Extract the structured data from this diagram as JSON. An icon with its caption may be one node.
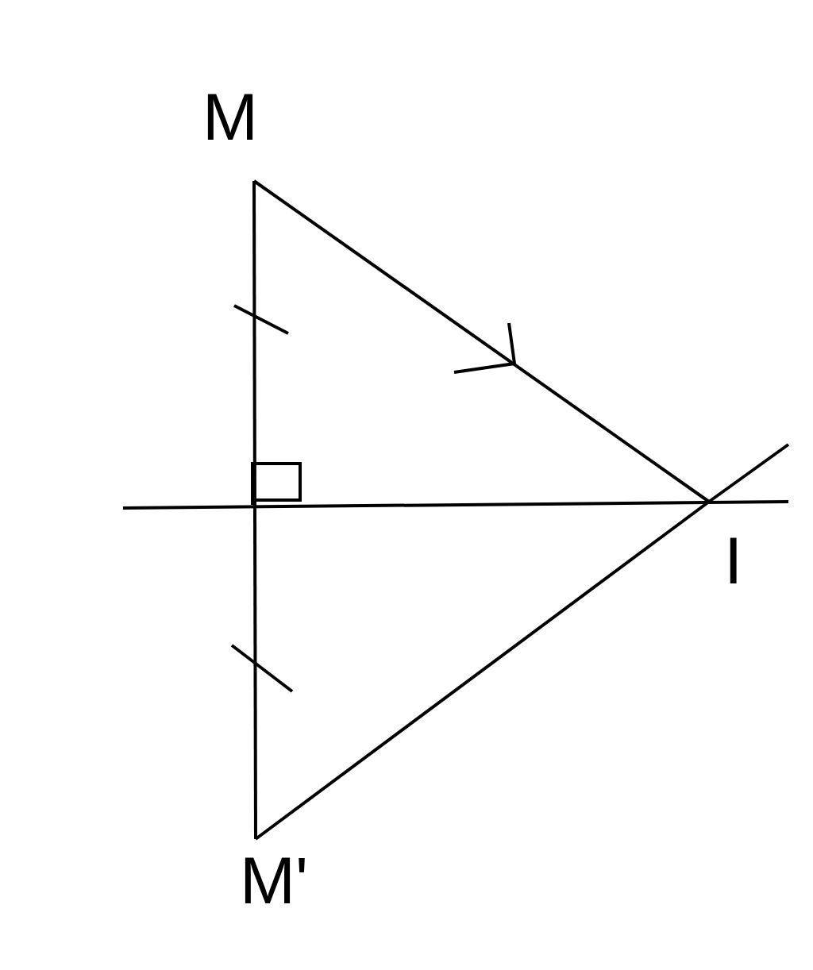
{
  "diagram": {
    "nodes": [
      {
        "text": [
          "M"
        ]
      },
      {
        "text": [
          "I"
        ]
      },
      {
        "text": [
          "M'"
        ]
      }
    ],
    "edges": [
      {
        "from": 0,
        "to": 2,
        "arrow": "none"
      },
      {
        "from": 0,
        "to": 1,
        "arrow": "none"
      },
      {
        "from": 2,
        "to": 1,
        "arrow": "none"
      }
    ]
  }
}
